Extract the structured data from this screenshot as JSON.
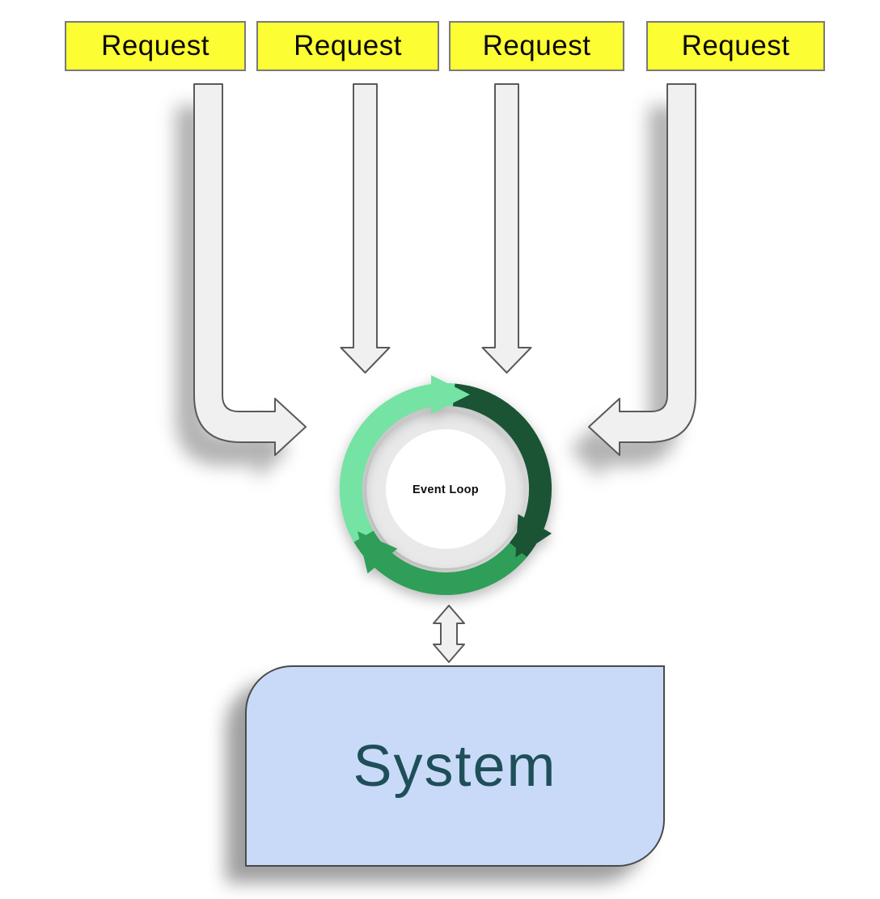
{
  "diagram": {
    "type": "event-loop-architecture",
    "requests": [
      {
        "label": "Request"
      },
      {
        "label": "Request"
      },
      {
        "label": "Request"
      },
      {
        "label": "Request"
      }
    ],
    "event_loop": {
      "label": "Event Loop"
    },
    "system": {
      "label": "System"
    },
    "arrows": [
      {
        "name": "request-1-bent-arrow-down-right"
      },
      {
        "name": "request-2-straight-arrow-down"
      },
      {
        "name": "request-3-straight-arrow-down"
      },
      {
        "name": "request-4-bent-arrow-down-left"
      },
      {
        "name": "event-loop-system-double-arrow"
      }
    ],
    "colors": {
      "request_fill": "#FDFD33",
      "request_border": "#7A7A7A",
      "arrow_fill": "#F0F0F0",
      "arrow_stroke": "#5A5A5A",
      "loop_light_green": "#74E3A4",
      "loop_dark_green": "#1A5434",
      "loop_mid_green": "#2F9E58",
      "loop_track_gray": "#E9E9E9",
      "system_fill": "#C9DAF8",
      "system_border": "#4A4A4A",
      "system_text": "#1E4F59"
    }
  }
}
